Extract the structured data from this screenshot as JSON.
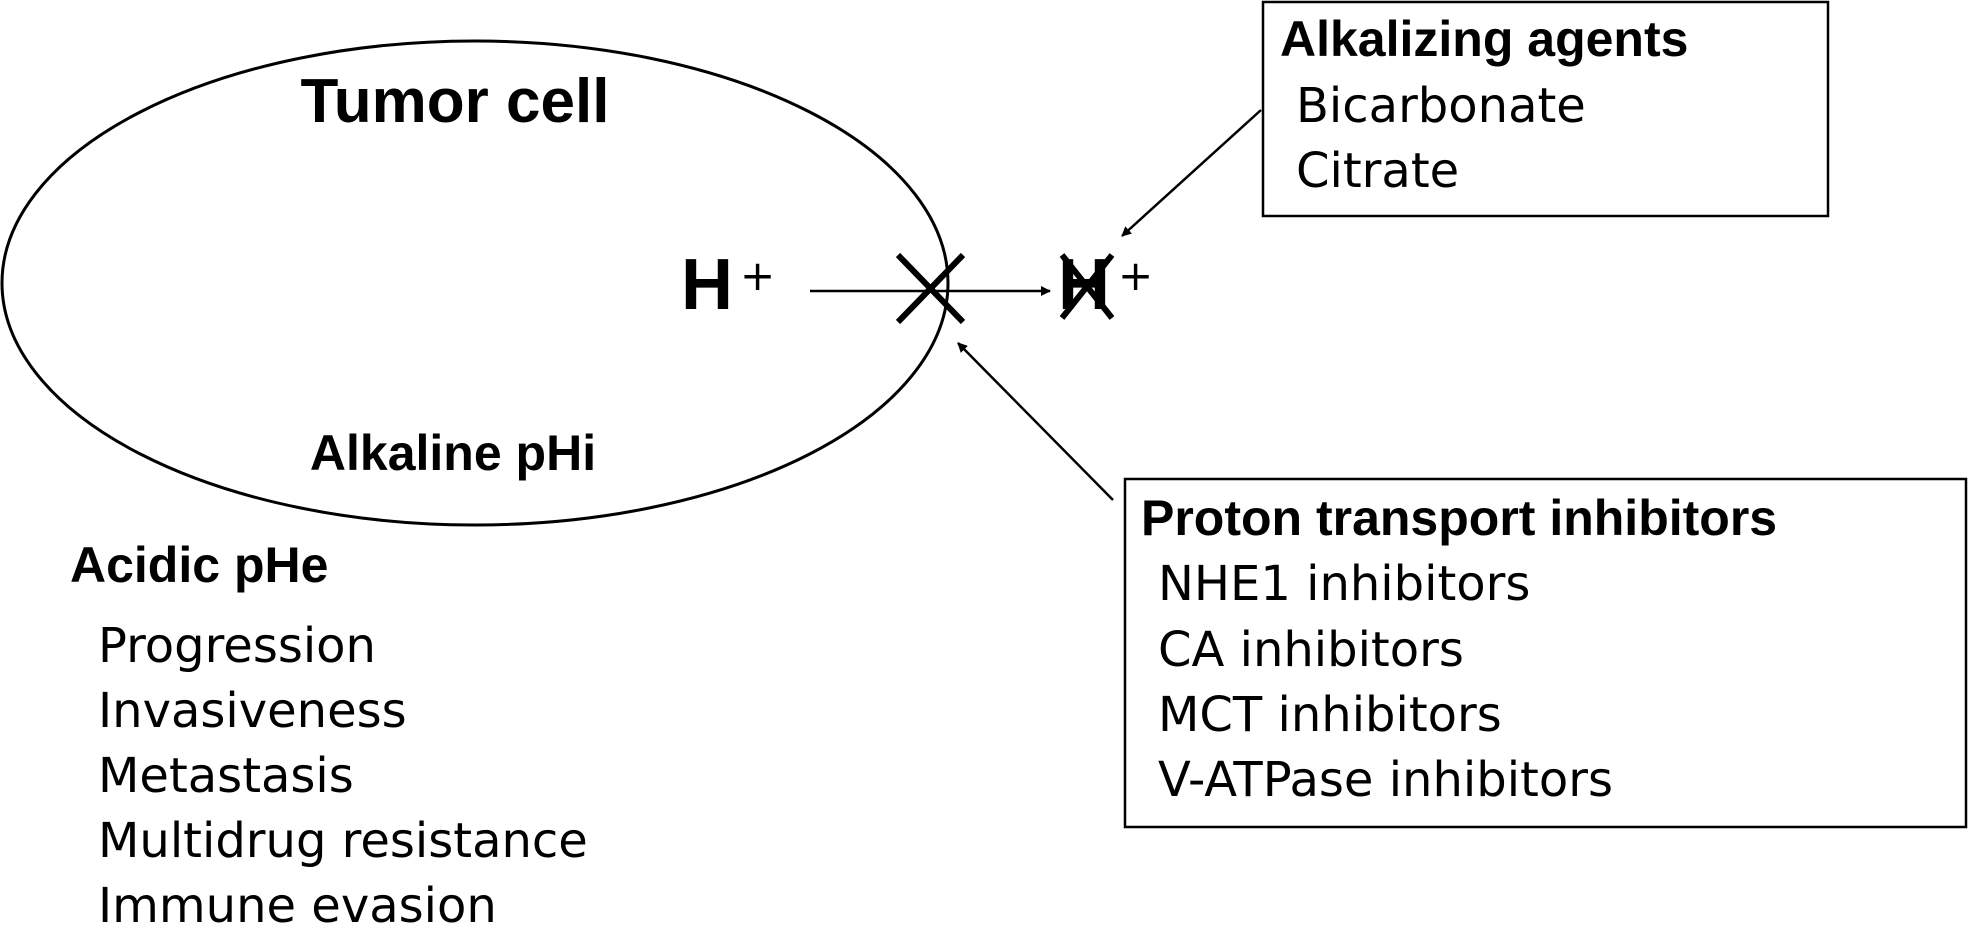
{
  "tumor_cell": {
    "title": "Tumor cell",
    "intracellular_ph": "Alkaline pHi",
    "proton_inside": {
      "symbol": "H",
      "charge": "+"
    }
  },
  "proton_outside": {
    "symbol": "H",
    "charge": "+",
    "blocked_mark": "X"
  },
  "extracellular": {
    "title": "Acidic pHe",
    "effects": [
      "Progression",
      "Invasiveness",
      "Metastasis",
      "Multidrug resistance",
      "Immune evasion"
    ]
  },
  "alkalizing_box": {
    "title": "Alkalizing agents",
    "items": [
      "Bicarbonate",
      "Citrate"
    ]
  },
  "inhibitor_box": {
    "title": "Proton transport inhibitors",
    "items": [
      "NHE1 inhibitors",
      "CA inhibitors",
      "MCT inhibitors",
      "V-ATPase inhibitors"
    ]
  }
}
